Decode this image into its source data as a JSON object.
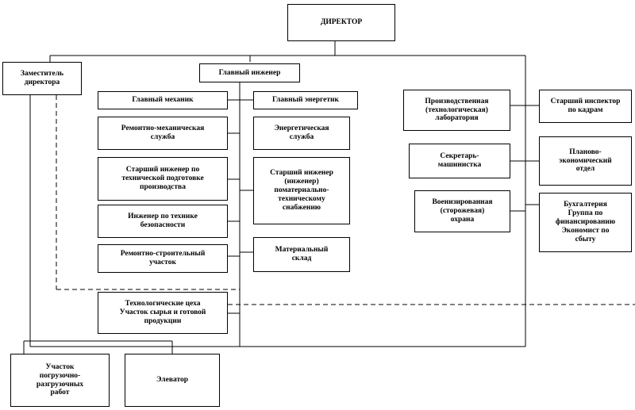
{
  "diagram": {
    "director": "ДИРЕКТОР",
    "deputy_director": "Заместитель\nдиректора",
    "chief_engineer": "Главный инженер",
    "chief_mechanic": "Главный механик",
    "chief_power_engineer": "Главный энергетик",
    "repair_mechanical_service": "Ремонтно-механическая\nслужба",
    "senior_engineer_tech_prep": "Старший инженер по\nтехнической подготовке\nпроизводства",
    "safety_engineer": "Инженер по технике\nбезопасности",
    "repair_construction_site": "Ремонтно-строительный\nучасток",
    "power_service": "Энергетическая\nслужба",
    "senior_engineer_supply": "Старший инженер\n(инженер)\nпоматериально-\nтехническому\nснабжению",
    "material_warehouse": "Материальный\nсклад",
    "production_lab": "Производственная\n(технологическая)\nлаборатория",
    "senior_hr_inspector": "Старший инспектор\nпо кадрам",
    "secretary_typist": "Секретарь-\nмашинистка",
    "planning_economic_dept": "Планово-\nэкономический\nотдел",
    "paramilitary_guard": "Военизированная\n(сторожевая)\nохрана",
    "accounting": "Бухгалтерия\nГруппа по\nфинансированию\nЭкономист по\nсбыту",
    "tech_shops": "Технологические цеха\nУчасток сырья и готовой\nпродукции",
    "loading_unloading_site": "Участок\nпогрузочно-\nразгрузочных\nработ",
    "elevator": "Элеватор"
  }
}
